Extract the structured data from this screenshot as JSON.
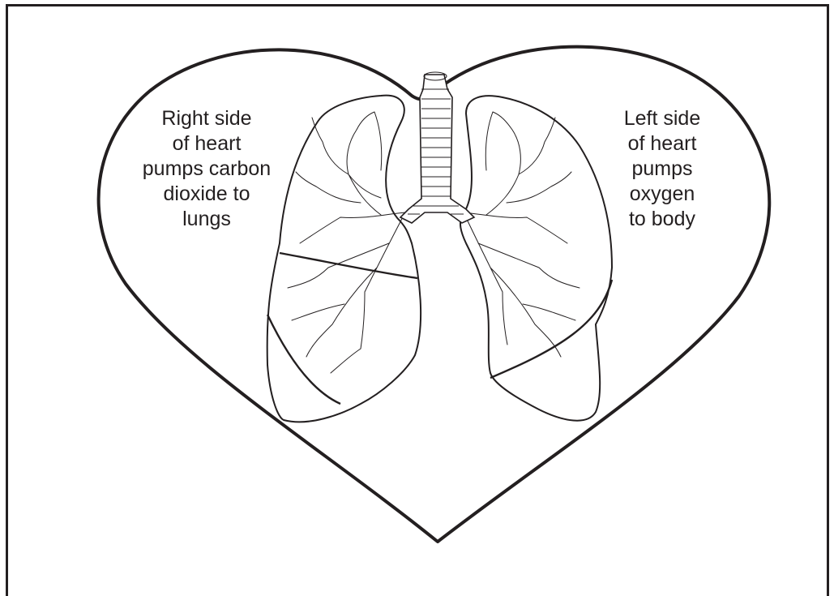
{
  "diagram": {
    "right_side_label": [
      "Right side",
      "of heart",
      "pumps carbon",
      "dioxide to",
      "lungs"
    ],
    "left_side_label": [
      "Left side",
      "of heart",
      "pumps",
      "oxygen",
      "to body"
    ],
    "colors": {
      "line": "#231f20",
      "background": "#ffffff"
    },
    "icons": [
      "heart-outline",
      "lungs-illustration",
      "trachea"
    ]
  }
}
